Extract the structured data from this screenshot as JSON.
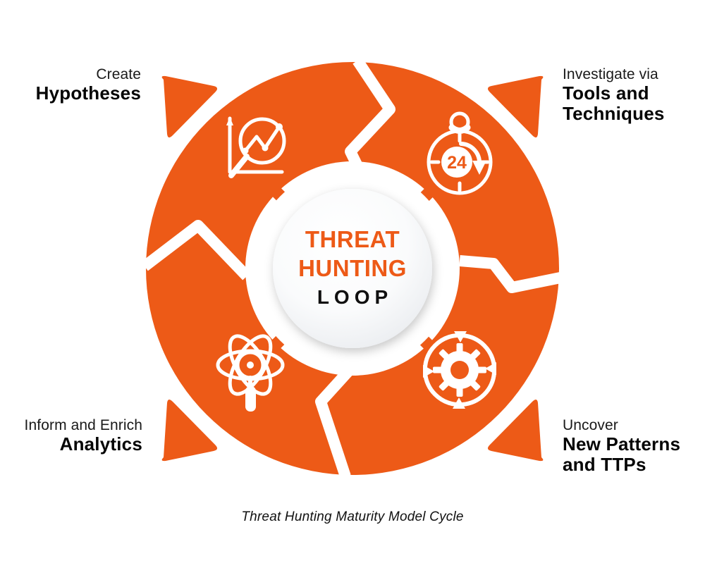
{
  "diagram": {
    "title": "Threat Hunting Loop",
    "caption": "Threat Hunting Maturity Model Cycle",
    "colors": {
      "accent_orange": "#ED5A17",
      "text_dark": "#111111",
      "background": "#FFFFFF",
      "center_fill_light": "#FFFFFF",
      "center_fill_shade": "#E2E4E8"
    },
    "center": {
      "line1": "THREAT",
      "line2": "HUNTING",
      "line3": "LOOP"
    },
    "stages": [
      {
        "id": "hypotheses",
        "position": "top-left",
        "lead": "Create",
        "main": "Hypotheses",
        "icon": "chart-magnifier-icon"
      },
      {
        "id": "tools-techniques",
        "position": "top-right",
        "lead": "Investigate via",
        "main": "Tools and\nTechniques",
        "main_line1": "Tools and",
        "main_line2": "Techniques",
        "icon": "stopwatch-24-icon",
        "icon_text": "24"
      },
      {
        "id": "new-patterns",
        "position": "bottom-right",
        "lead": "Uncover",
        "main": "New Patterns\nand TTPs",
        "main_line1": "New Patterns",
        "main_line2": "and TTPs",
        "icon": "gear-cycle-icon"
      },
      {
        "id": "analytics",
        "position": "bottom-left",
        "lead": "Inform and Enrich",
        "main": "Analytics",
        "icon": "atom-magnifier-icon"
      }
    ]
  }
}
